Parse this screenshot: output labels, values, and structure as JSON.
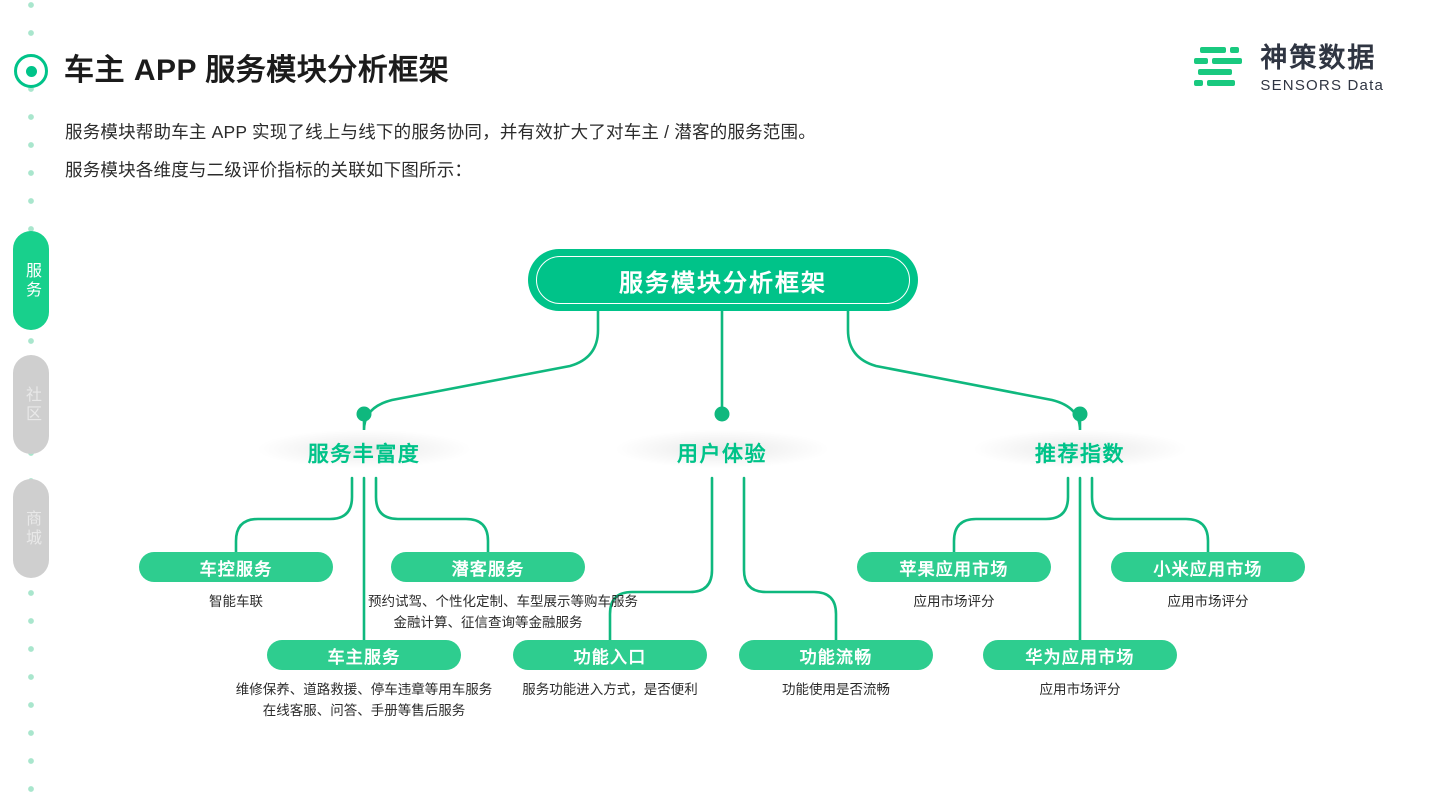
{
  "header": {
    "title": "车主 APP 服务模块分析框架",
    "paragraphs": [
      "服务模块帮助车主 APP 实现了线上与线下的服务协同，并有效扩大了对车主 / 潜客的服务范围。",
      "服务模块各维度与二级评价指标的关联如下图所示："
    ]
  },
  "logo": {
    "cn": "神策数据",
    "en": "SENSORS Data"
  },
  "sidebar": {
    "tabs": [
      {
        "label": "服务",
        "active": true
      },
      {
        "label": "社区",
        "active": false
      },
      {
        "label": "商城",
        "active": false
      }
    ]
  },
  "colors": {
    "brand_green": "#00c389",
    "pill_green": "#2ecd8f",
    "tab_active": "#18d08c",
    "tab_inactive": "#cfcfcf",
    "link_stroke": "#0fb87e",
    "rail_dot": "#a9e6cd"
  },
  "diagram": {
    "root": "服务模块分析框架",
    "branches": [
      {
        "label": "服务丰富度"
      },
      {
        "label": "用户体验"
      },
      {
        "label": "推荐指数"
      }
    ],
    "leaves": [
      {
        "label": "车控服务",
        "caption": [
          "智能车联"
        ]
      },
      {
        "label": "潜客服务",
        "caption": [
          "预约试驾、个性化定制、车型展示等购车服务",
          "金融计算、征信查询等金融服务"
        ]
      },
      {
        "label": "车主服务",
        "caption": [
          "维修保养、道路救援、停车违章等用车服务",
          "在线客服、问答、手册等售后服务"
        ]
      },
      {
        "label": "功能入口",
        "caption": [
          "服务功能进入方式，是否便利"
        ]
      },
      {
        "label": "功能流畅",
        "caption": [
          "功能使用是否流畅"
        ]
      },
      {
        "label": "苹果应用市场",
        "caption": [
          "应用市场评分"
        ]
      },
      {
        "label": "小米应用市场",
        "caption": [
          "应用市场评分"
        ]
      },
      {
        "label": "华为应用市场",
        "caption": [
          "应用市场评分"
        ]
      }
    ]
  }
}
